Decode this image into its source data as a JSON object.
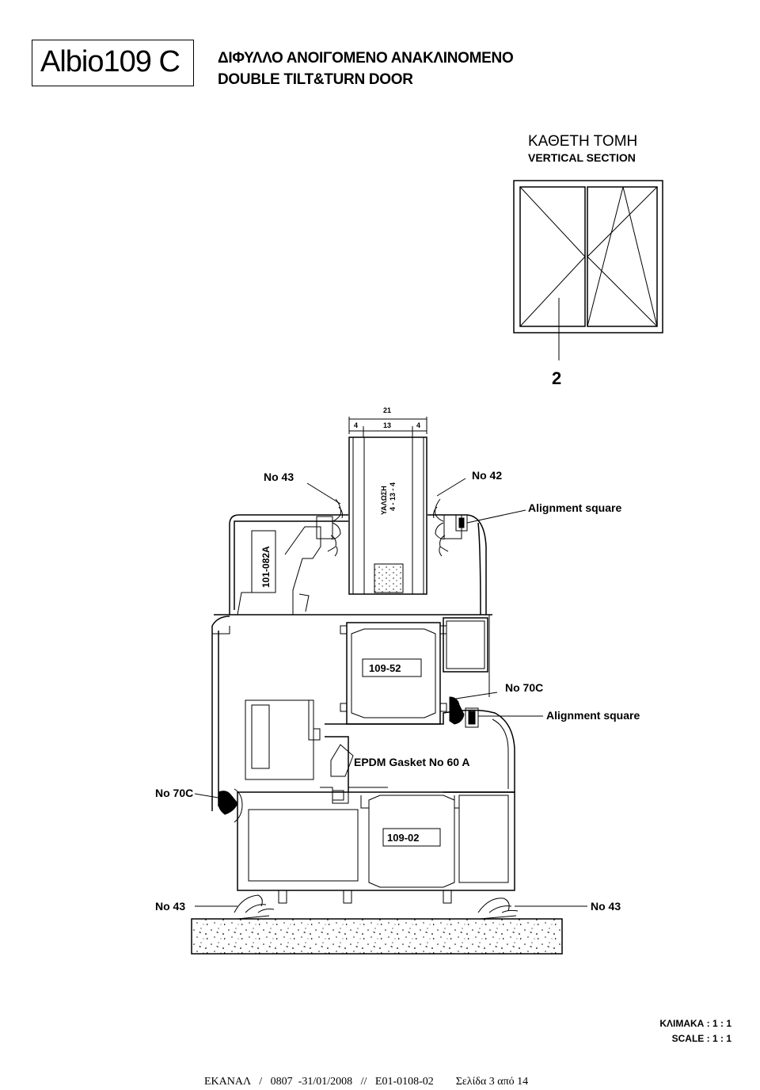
{
  "header": {
    "model": "Albio109 C",
    "title_gr": "ΔΙΦΥΛΛΟ ΑΝΟΙΓΟΜΕΝΟ ΑΝΑΚΛΙΝΟΜΕΝΟ",
    "title_en": "DOUBLE TILT&TURN DOOR"
  },
  "section": {
    "title_gr": "ΚΑΘΕΤΗ ΤΟΜΗ",
    "title_en": "VERTICAL SECTION",
    "marker": "2"
  },
  "dimensions": {
    "total": "21",
    "left": "4",
    "middle": "13",
    "right": "4"
  },
  "glass": {
    "label1": "ΥΑΛΩΣΗ",
    "label2": "4 - 13 - 4"
  },
  "labels": {
    "no43_top": "No 43",
    "no42": "No 42",
    "align1": "Alignment square",
    "profile_sash": "101-082A",
    "profile_mid": "109-52",
    "no70c_right": "No 70C",
    "align2": "Alignment square",
    "epdm": "EPDM Gasket No 60 A",
    "no70c_left": "No 70C",
    "profile_bottom": "109-02",
    "no43_bl": "No 43",
    "no43_br": "No 43"
  },
  "scale": {
    "line1": "ΚΛΙΜΑΚΑ :  1 : 1",
    "line2": "SCALE :  1 : 1"
  },
  "footer": {
    "text": "ΕΚΑΝΑΛ   /   0807  -31/01/2008   //   E01-0108-02        Σελίδα 3 από 14"
  }
}
